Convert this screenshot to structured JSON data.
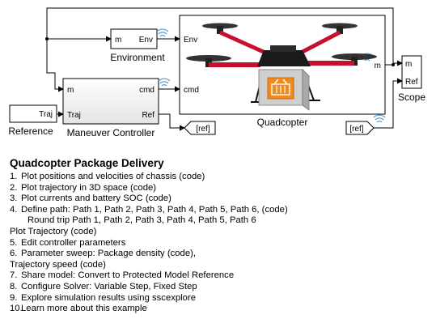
{
  "diagram": {
    "blocks": {
      "environment": {
        "label": "Environment",
        "in_port": "m",
        "out_port": "Env"
      },
      "maneuver": {
        "label": "Maneuver Controller",
        "in_ports": [
          "m",
          "Traj"
        ],
        "out_ports": [
          "cmd",
          "Ref"
        ]
      },
      "reference": {
        "label": "Reference",
        "out_port": "Traj"
      },
      "quadcopter": {
        "label": "Quadcopter",
        "in_ports": [
          "Env",
          "cmd"
        ],
        "out_port": "m"
      },
      "scope": {
        "label": "Scope",
        "in_ports": [
          "m",
          "Ref"
        ]
      },
      "goto_ref": {
        "label": "[ref]"
      },
      "from_ref": {
        "label": "[ref]"
      }
    },
    "colors": {
      "wireless_icon": "#5aa0d8",
      "arm": "#c8102e",
      "drone_body": "#1a1a1a",
      "package": "#cfcfcf",
      "basket": "#f08a1c"
    }
  },
  "description": {
    "title": "Quadcopter Package Delivery",
    "items": [
      {
        "num": "1.",
        "text": "Plot positions and velocities of chassis (code)"
      },
      {
        "num": "2.",
        "text": "Plot trajectory in 3D space (code)"
      },
      {
        "num": "3.",
        "text": "Plot currents and battery SOC (code)"
      },
      {
        "num": "4.",
        "text": "Define path: Path 1, Path 2, Path 3, Path 4, Path 5, Path 6, (code)"
      },
      {
        "num": "",
        "text": "Round trip   Path 1, Path 2, Path 3, Path 4, Path 5, Path 6",
        "indent": true
      },
      {
        "num": "",
        "text": "Plot Trajectory (code)",
        "flush": true
      },
      {
        "num": "5.",
        "text": "Edit controller parameters"
      },
      {
        "num": "6.",
        "text": "Parameter sweep: Package density (code),"
      },
      {
        "num": "",
        "text": "Trajectory speed (code)",
        "flush": true
      },
      {
        "num": "7.",
        "text": "Share model: Convert to Protected Model Reference"
      },
      {
        "num": "8.",
        "text": "Configure Solver: Variable Step, Fixed Step"
      },
      {
        "num": "9.",
        "text": "Explore simulation results using sscexplore"
      },
      {
        "num": "10.",
        "text": "Learn more about this example"
      }
    ]
  }
}
